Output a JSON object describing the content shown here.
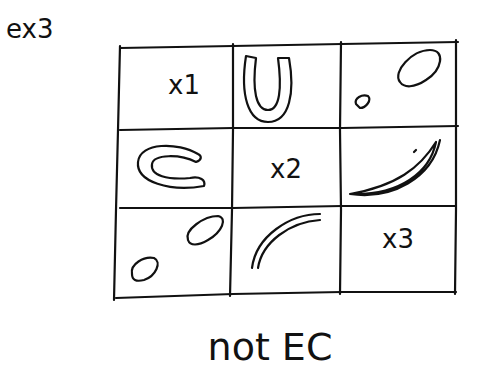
{
  "diagram": {
    "caption": "not EC",
    "labels": [
      "ex3",
      "x1",
      "x2",
      "x3"
    ]
  }
}
